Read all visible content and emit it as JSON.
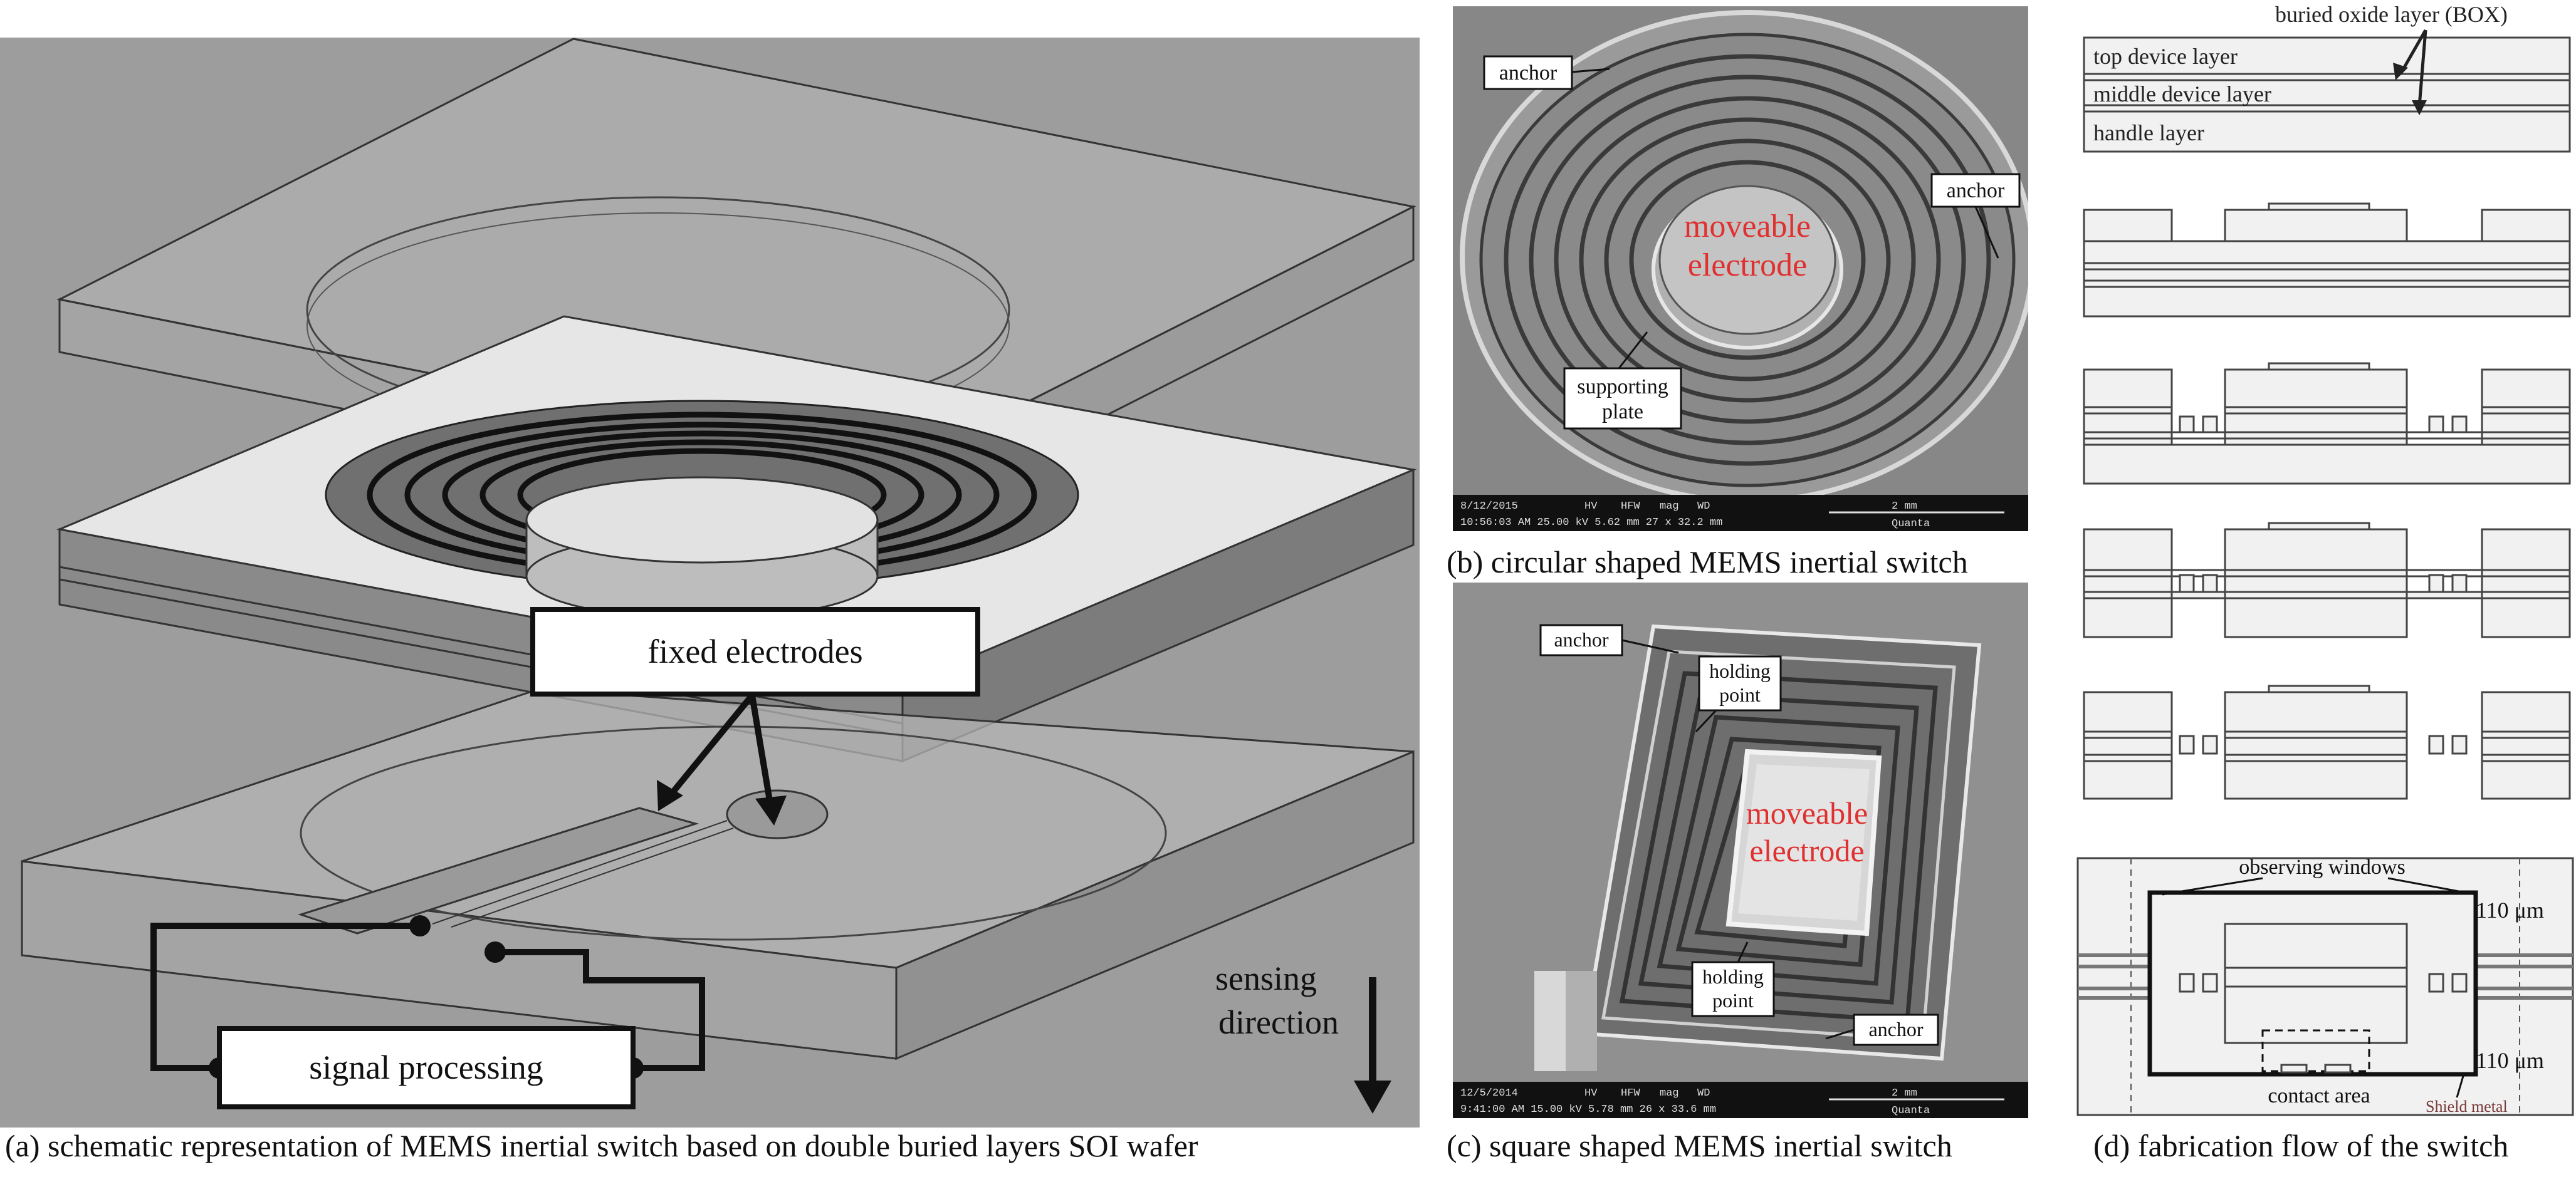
{
  "panel_a": {
    "caption": "(a) schematic representation of MEMS inertial switch based on double buried layers SOI wafer",
    "label_fixed_electrodes": "fixed electrodes",
    "label_signal_processing": "signal processing",
    "label_sensing_1": "sensing",
    "label_sensing_2": "direction"
  },
  "panel_b": {
    "caption": "(b) circular shaped MEMS inertial switch",
    "anchor_1": "anchor",
    "anchor_2": "anchor",
    "moveable_1": "moveable",
    "moveable_2": "electrode",
    "support_1": "supporting",
    "support_2": "plate",
    "sem_date": "8/12/2015",
    "sem_time": "10:56:03 AM 25.00 kV 5.62 mm 27 x 32.2 mm",
    "sem_hv": "HV",
    "sem_hfw": "HFW",
    "sem_mag": "mag",
    "sem_wd": "WD",
    "sem_scale": "2 mm",
    "sem_brand": "Quanta"
  },
  "panel_c": {
    "caption": "(c) square shaped MEMS inertial switch",
    "anchor_1": "anchor",
    "anchor_2": "anchor",
    "holding_1a": "holding",
    "holding_1b": "point",
    "holding_2a": "holding",
    "holding_2b": "point",
    "moveable_1": "moveable",
    "moveable_2": "electrode",
    "sem_date": "12/5/2014",
    "sem_time": "9:41:00 AM 15.00 kV 5.78 mm 26 x 33.6 mm",
    "sem_hv": "HV",
    "sem_hfw": "HFW",
    "sem_mag": "mag",
    "sem_wd": "WD",
    "sem_scale": "2 mm",
    "sem_brand": "Quanta"
  },
  "panel_d": {
    "caption": "(d) fabrication flow of the switch",
    "box_label": "buried oxide layer (BOX)",
    "top_device": "top device layer",
    "middle_device": "middle device layer",
    "handle": "handle layer",
    "observing": "observing windows",
    "dim_1": "110 μm",
    "dim_2": "110 μm",
    "contact": "contact area",
    "shield": "Shield metal"
  },
  "colors": {
    "red_text": "#e03030",
    "sem_gray": "#8e8e8e",
    "schematic_bg": "#9a9a9a",
    "layer_fill": "#f1f1f1"
  }
}
